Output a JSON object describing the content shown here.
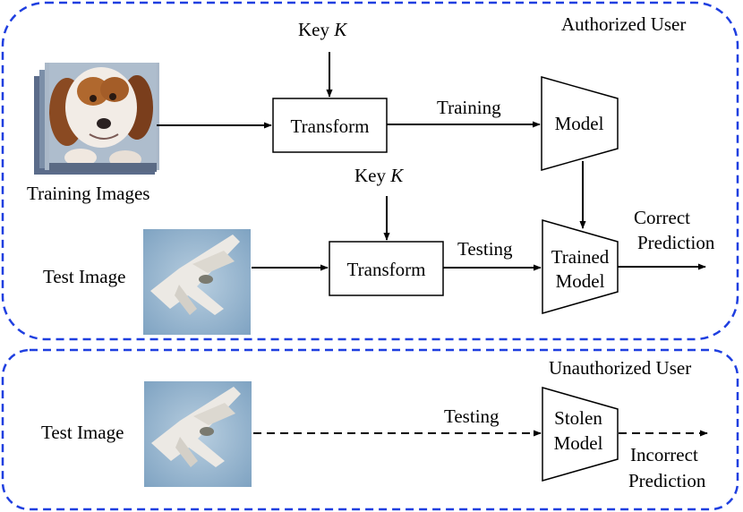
{
  "authorized": {
    "region_label": "Authorized User",
    "key_label_top": {
      "text": "Key ",
      "var": "K"
    },
    "key_label_mid": {
      "text": "Key ",
      "var": "K"
    },
    "training_images_label": "Training Images",
    "transform_top": "Transform",
    "training_label": "Training",
    "model_label": "Model",
    "test_image_label": "Test Image",
    "transform_bottom": "Transform",
    "testing_label": "Testing",
    "trained_model_line1": "Trained",
    "trained_model_line2": "Model",
    "correct_line1": "Correct",
    "correct_line2": "Prediction"
  },
  "unauthorized": {
    "region_label": "Unauthorized User",
    "test_image_label": "Test Image",
    "testing_label": "Testing",
    "stolen_model_line1": "Stolen",
    "stolen_model_line2": "Model",
    "incorrect_line1": "Incorrect",
    "incorrect_line2": "Prediction"
  },
  "colors": {
    "region_border": "#1f3fe0",
    "sky": "#a9c2d8",
    "dog_fur": "#8a4a22"
  }
}
